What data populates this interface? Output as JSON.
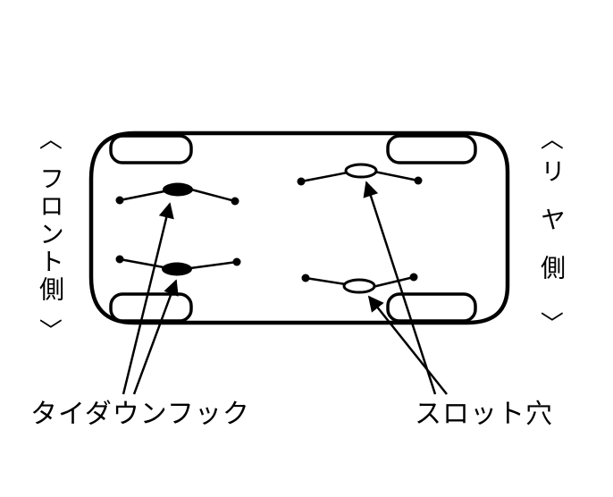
{
  "labels": {
    "front_side": {
      "open": "〈",
      "text": "フロント側",
      "close": "〉"
    },
    "rear_side": {
      "open": "〈",
      "text": "リヤ側",
      "close": "〉"
    },
    "tie_down_hook": "タイダウンフック",
    "slot_hole": "スロット穴"
  },
  "colors": {
    "line": "#000000",
    "background": "#ffffff",
    "hook_fill": "#000000",
    "slot_fill": "#ffffff"
  },
  "parts": {
    "tie_down_hook_count": 2,
    "slot_hole_count": 2,
    "wheel_count": 4
  }
}
